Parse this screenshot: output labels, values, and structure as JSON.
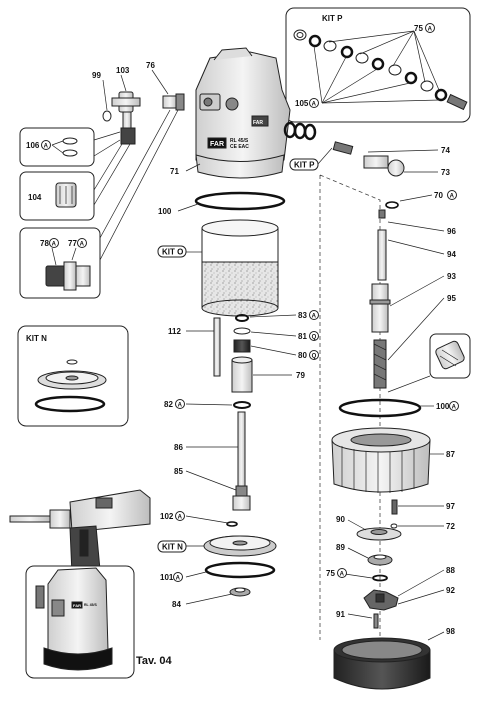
{
  "title": "Tav. 04",
  "brand": "FAR",
  "model": "RL 45/S",
  "model_sub": "CE EAC",
  "kits": {
    "kit_p": "KIT P",
    "kit_o": "KIT O",
    "kit_n": "KIT N"
  },
  "parts": {
    "p99": "99",
    "p103": "103",
    "p76": "76",
    "p75a": "75",
    "p105a": "105",
    "p106a": "106",
    "p104": "104",
    "p78a": "78",
    "p77a": "77",
    "p71": "71",
    "p74": "74",
    "p73": "73",
    "p70a": "70",
    "p100": "100",
    "p96": "96",
    "p94": "94",
    "p93": "93",
    "p95": "95",
    "p83a": "83",
    "p112": "112",
    "p81q": "81",
    "p80q": "80",
    "p79": "79",
    "p82a": "82",
    "p100a": "100",
    "p86": "86",
    "p87": "87",
    "p85": "85",
    "p97": "97",
    "p90": "90",
    "p72": "72",
    "p102a": "102",
    "p89": "89",
    "p101a": "101",
    "p75a2": "75",
    "p88": "88",
    "p84": "84",
    "p92": "92",
    "p91": "91",
    "p98": "98"
  },
  "circled_letters": {
    "A": "A",
    "Q": "Q"
  }
}
